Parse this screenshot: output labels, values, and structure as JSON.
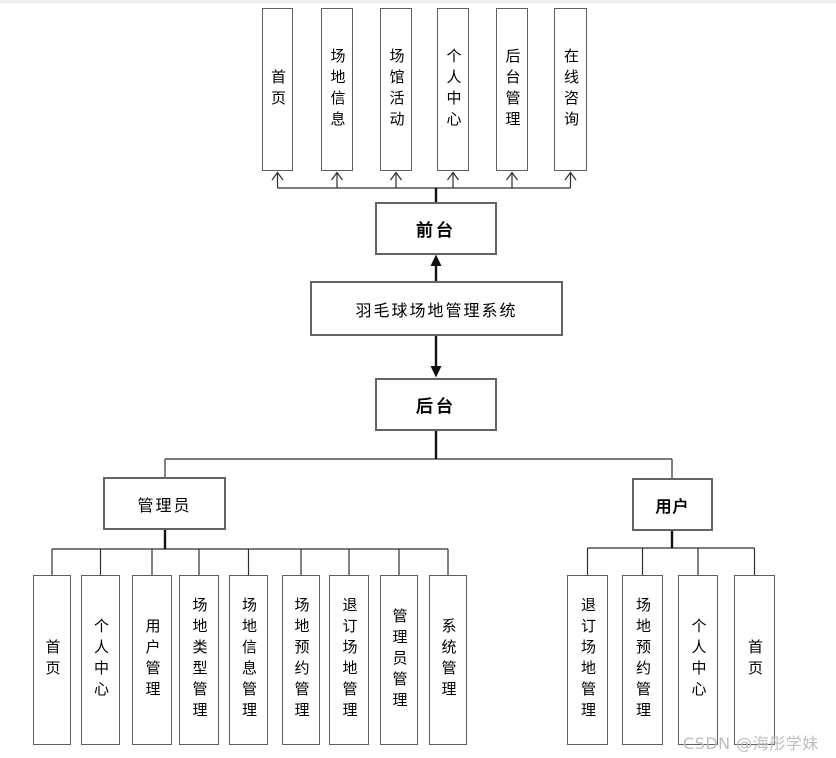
{
  "diagram": {
    "title": "羽毛球场地管理系统",
    "frontend": {
      "label": "前台",
      "modules": [
        "首页",
        "场地信息",
        "场馆活动",
        "个人中心",
        "后台管理",
        "在线咨询"
      ]
    },
    "backend": {
      "label": "后台",
      "roles": {
        "admin": {
          "label": "管理员",
          "modules": [
            "首页",
            "个人中心",
            "用户管理",
            "场地类型管理",
            "场地信息管理",
            "场地预约管理",
            "退订场地管理",
            "管理员管理",
            "系统管理"
          ]
        },
        "user": {
          "label": "用户",
          "modules": [
            "退订场地管理",
            "场地预约管理",
            "个人中心",
            "首页"
          ]
        }
      }
    }
  },
  "watermark": "CSDN @海彤学妹",
  "colors": {
    "box_border": "#636363",
    "connector_line": "#2e2e2e",
    "text": "#000000",
    "watermark": "#bdbdc2",
    "background": "#ffffff"
  }
}
